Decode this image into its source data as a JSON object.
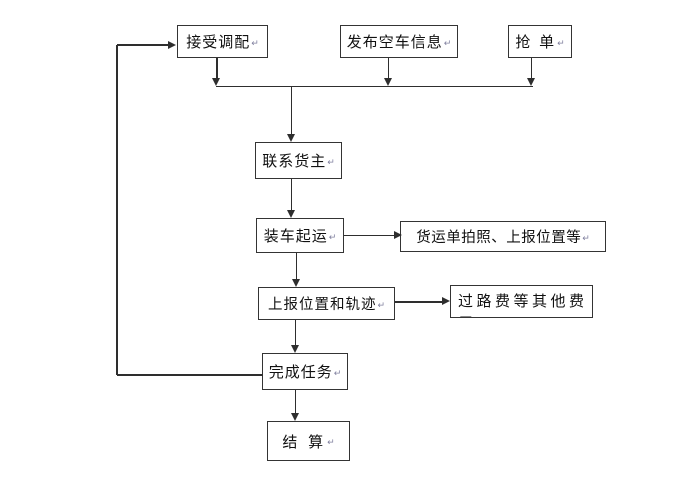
{
  "colors": {
    "background": "#ffffff",
    "line": "#2e2e2e",
    "box_border": "#343434",
    "text": "#111111",
    "return_mark": "#7f7f9e"
  },
  "return_mark": "↵",
  "nodes": {
    "accept_dispatch": {
      "label": "接受调配"
    },
    "publish_empty_truck_info": {
      "label": "发布空车信息"
    },
    "grab_order": {
      "label": "抢 单"
    },
    "contact_cargo_owner": {
      "label": "联系货主"
    },
    "load_and_ship": {
      "label": "装车起运"
    },
    "waybill_photo_report_location": {
      "label": "货运单拍照、上报位置等"
    },
    "report_location_and_track": {
      "label": "上报位置和轨迹"
    },
    "toll_and_other_fees": {
      "label": "过路费等其他费",
      "label_line2": "用"
    },
    "complete_task": {
      "label": "完成任务"
    },
    "settlement": {
      "label": "结 算"
    }
  }
}
